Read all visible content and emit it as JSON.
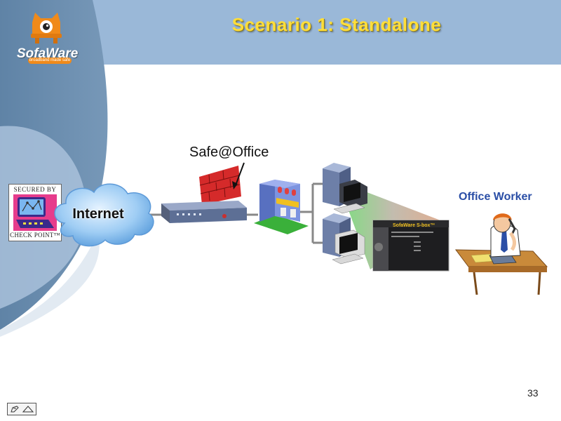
{
  "slide": {
    "title": "Scenario 1: Standalone",
    "page_number": "33"
  },
  "logo": {
    "name": "SofaWare",
    "tagline": "broadband made safe"
  },
  "badge": {
    "top_text": "SECURED BY",
    "bottom_text": "CHECK POINT™"
  },
  "nodes": {
    "internet": "Internet",
    "device": "Safe@Office",
    "worker": "Office Worker"
  },
  "screen": {
    "brand": "SofaWare S-box™"
  },
  "colors": {
    "header_band": "#9ab8d8",
    "left_panel": "#6d8fae",
    "title_color": "#ffde3a",
    "worker_label": "#2a4ea6",
    "cloud": "#7fb8ec"
  }
}
